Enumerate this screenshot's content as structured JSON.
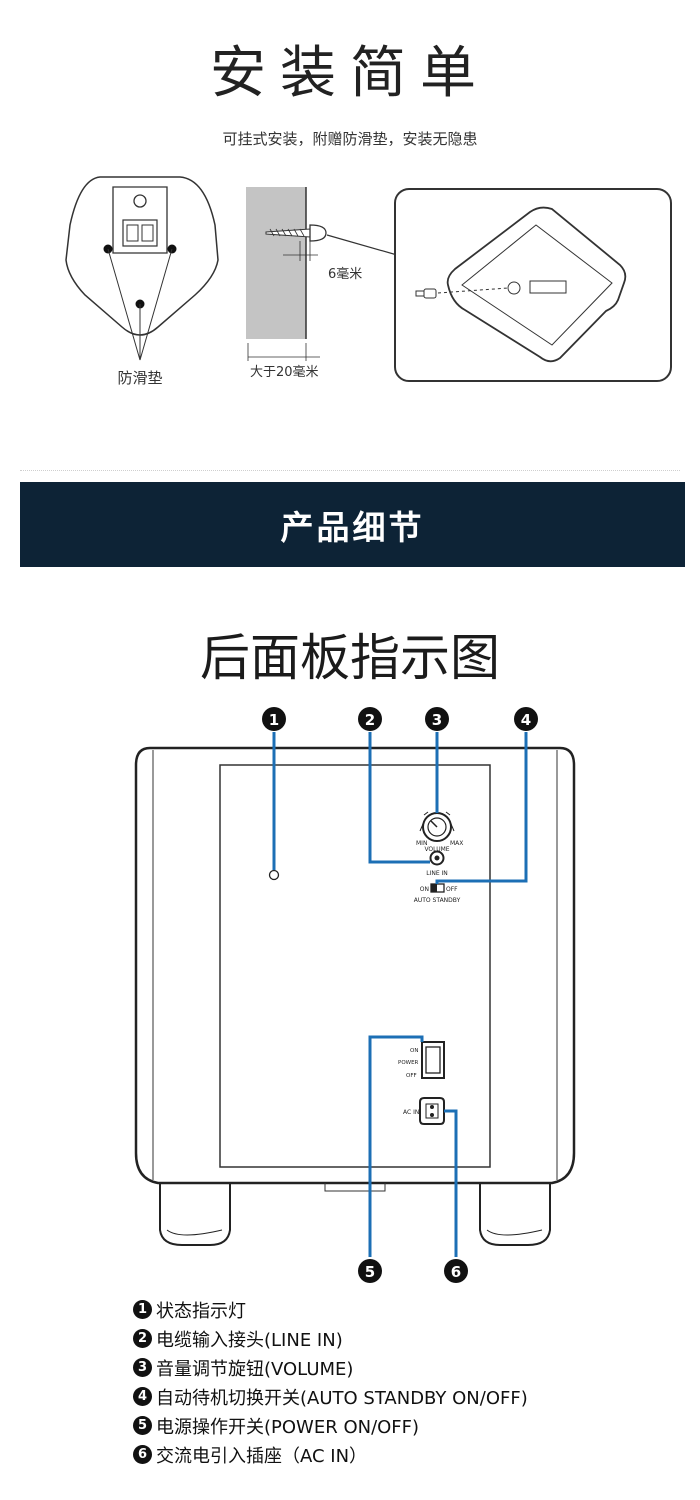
{
  "install_section": {
    "title": "安装简单",
    "subtitle": "可挂式安装，附赠防滑垫，安装无隐患",
    "diagram": {
      "pad_label": "防滑垫",
      "screw_depth_label": "6毫米",
      "wall_depth_label": "大于20毫米"
    }
  },
  "banner": {
    "title": "产品细节"
  },
  "rear_panel": {
    "title": "后面板指示图",
    "callouts": [
      "1",
      "2",
      "3",
      "4",
      "5",
      "6"
    ],
    "panel_labels": {
      "volume_min": "MIN",
      "volume_max": "MAX",
      "volume": "VOLUME",
      "line_in": "LINE IN",
      "standby_on": "ON",
      "standby_off": "OFF",
      "auto_standby": "AUTO STANDBY",
      "power_on": "ON",
      "power": "POWER",
      "power_off": "OFF",
      "ac_in": "AC IN"
    },
    "accent_color": "#1c6fb5"
  },
  "legend": {
    "items": [
      {
        "num": "1",
        "text": "状态指示灯"
      },
      {
        "num": "2",
        "text": "电缆输入接头(LINE IN)"
      },
      {
        "num": "3",
        "text": "音量调节旋钮(VOLUME)"
      },
      {
        "num": "4",
        "text": "自动待机切换开关(AUTO STANDBY ON/OFF)"
      },
      {
        "num": "5",
        "text": "电源操作开关(POWER ON/OFF)"
      },
      {
        "num": "6",
        "text": "交流电引入插座（AC IN）"
      }
    ]
  }
}
